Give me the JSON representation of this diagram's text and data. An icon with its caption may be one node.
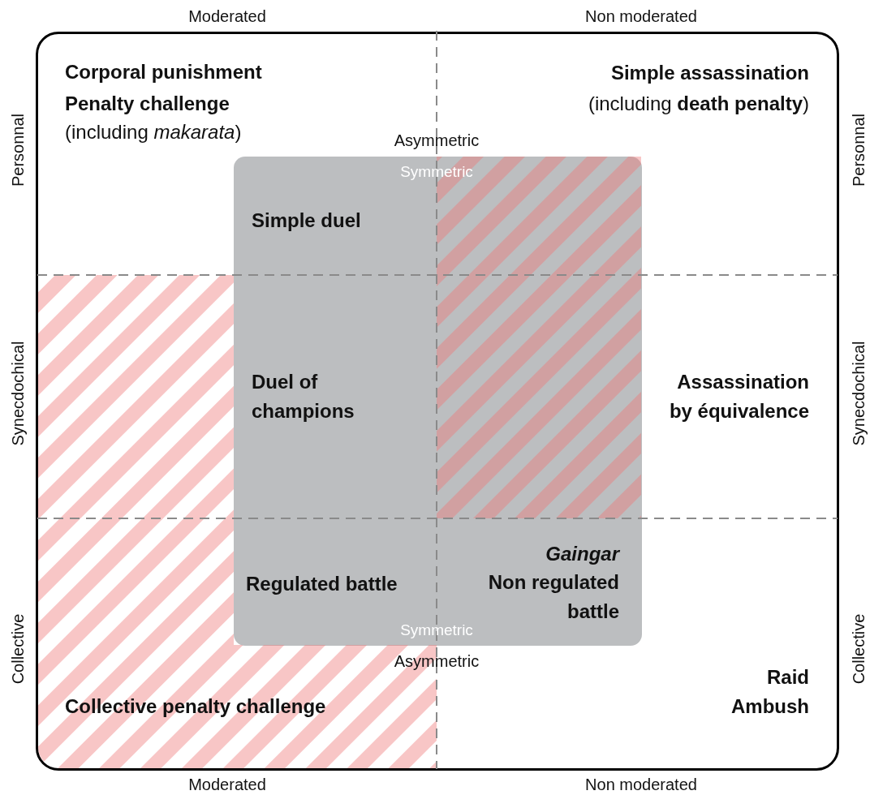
{
  "diagram": {
    "nodes": [
      {
        "text": [
          "Corporal punishment",
          "Penalty challenge",
          "(including *makarata*)",
          "Simple assassination",
          "(including **death penalty**)",
          "Assassination by équivalence",
          "Collective penalty challenge",
          "Raid Ambush"
        ]
      },
      {
        "text": [
          "Symmetric",
          "Simple duel",
          "Duel of champions",
          "Gaingar",
          "Regulated battle",
          "Non regulated battle",
          "Symmetric"
        ],
        "beside": [
          "Asymmetric",
          "Asymmetric"
        ],
        "in": 0
      }
    ],
    "labels": [
      "Moderated",
      "Non moderated",
      "Personnal",
      "Personnal",
      "Synecdochical",
      "Synecdochical",
      "Collective",
      "Collective",
      "Moderated",
      "Non moderated"
    ]
  }
}
